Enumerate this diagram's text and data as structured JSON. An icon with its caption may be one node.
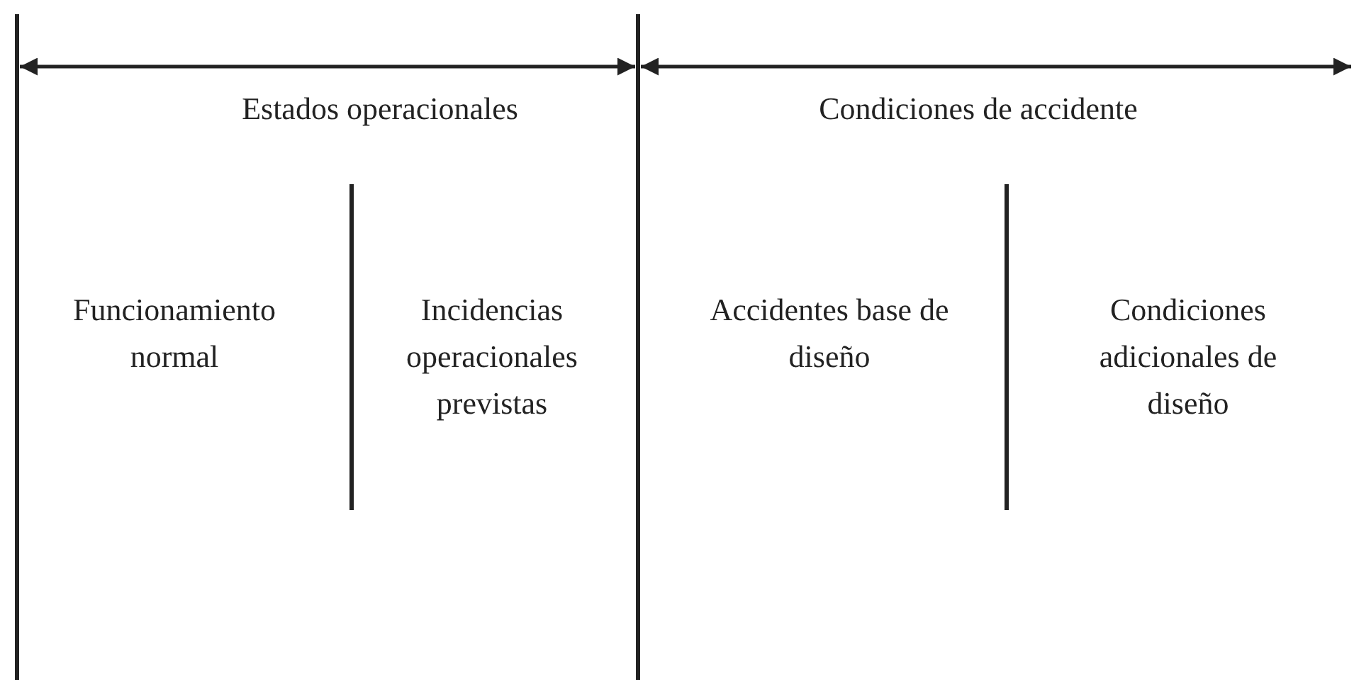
{
  "diagram": {
    "labels": [
      "Estados operacionales",
      "Condiciones de accidente",
      "Funcionamiento normal",
      "Incidencias operacionales previstas",
      "Accidentes base de diseño",
      "Condiciones adicionales de diseño"
    ]
  }
}
